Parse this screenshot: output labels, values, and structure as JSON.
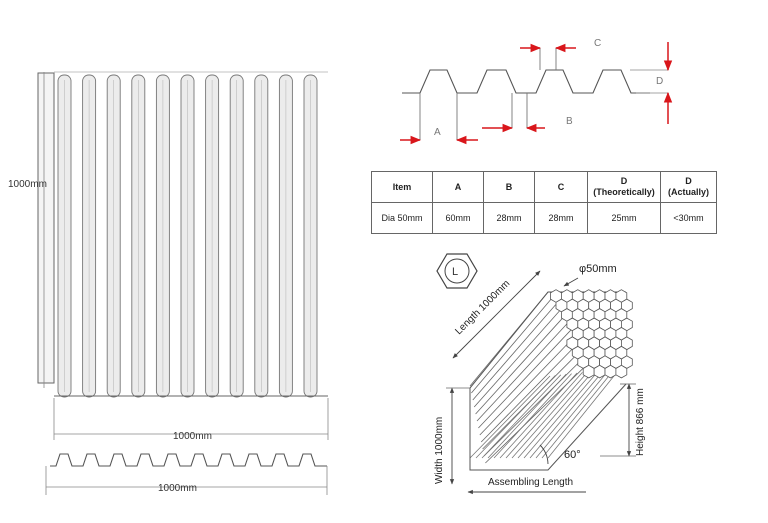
{
  "front_view": {
    "height_label": "1000mm",
    "width_label": "1000mm"
  },
  "edge_view": {
    "width_label": "1000mm"
  },
  "profile": {
    "labels": [
      "C",
      "D",
      "A",
      "B"
    ]
  },
  "spec_table": {
    "headers": [
      {
        "line1": "Item",
        "line2": ""
      },
      {
        "line1": "A",
        "line2": ""
      },
      {
        "line1": "B",
        "line2": ""
      },
      {
        "line1": "C",
        "line2": ""
      },
      {
        "line1": "D",
        "line2": "(Theoretically)"
      },
      {
        "line1": "D",
        "line2": "(Actually)"
      }
    ],
    "row": [
      "Dia 50mm",
      "60mm",
      "28mm",
      "28mm",
      "25mm",
      "<30mm"
    ]
  },
  "assembly": {
    "hex_symbol": "L",
    "diameter_label": "φ50mm",
    "length_label": "Length 1000mm",
    "height_label": "Height 866 mm",
    "width_label": "Width 1000mm",
    "angle_label": "60°",
    "assembling_label": "Assembling Length"
  },
  "colors": {
    "dimension_arrow": "#d9161b",
    "line": "#555555"
  }
}
